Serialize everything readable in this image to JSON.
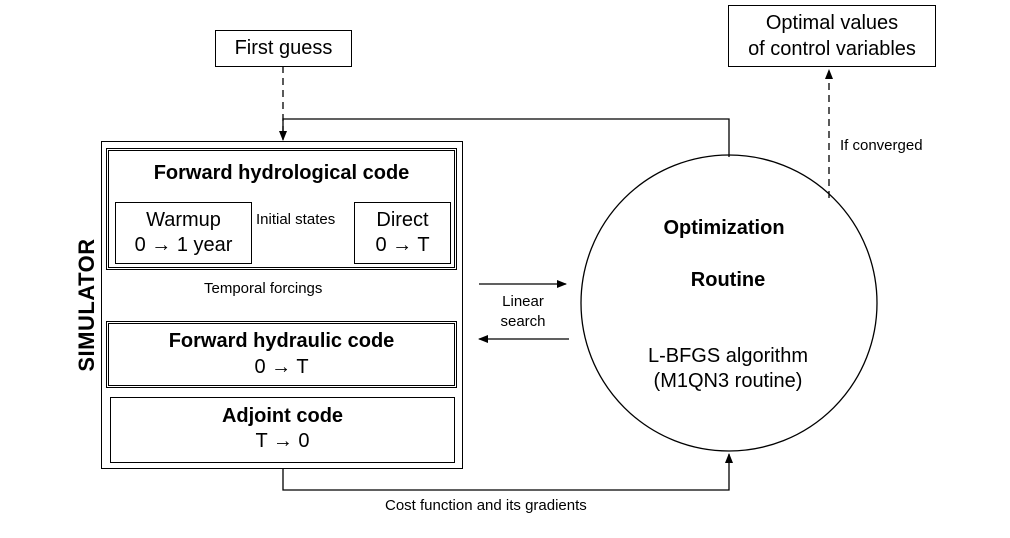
{
  "first_guess": "First guess",
  "optimal": {
    "line1": "Optimal values",
    "line2": "of control variables"
  },
  "if_converged": "If converged",
  "simulator_label": "SIMULATOR",
  "hydrological": {
    "title": "Forward hydrological code",
    "warmup": {
      "title": "Warmup",
      "range": "0 → 1 year"
    },
    "initial_states": "Initial states",
    "direct": {
      "title": "Direct",
      "range": "0 → T"
    }
  },
  "temporal_forcings": "Temporal forcings",
  "hydraulic": {
    "title": "Forward hydraulic code",
    "range": "0 → T"
  },
  "adjoint": {
    "title": "Adjoint code",
    "range": "T → 0"
  },
  "linear_search": {
    "line1": "Linear",
    "line2": "search"
  },
  "optimization": {
    "title1": "Optimization",
    "title2": "Routine",
    "algo1": "L-BFGS algorithm",
    "algo2": "(M1QN3 routine)"
  },
  "cost_function": "Cost function and its gradients"
}
